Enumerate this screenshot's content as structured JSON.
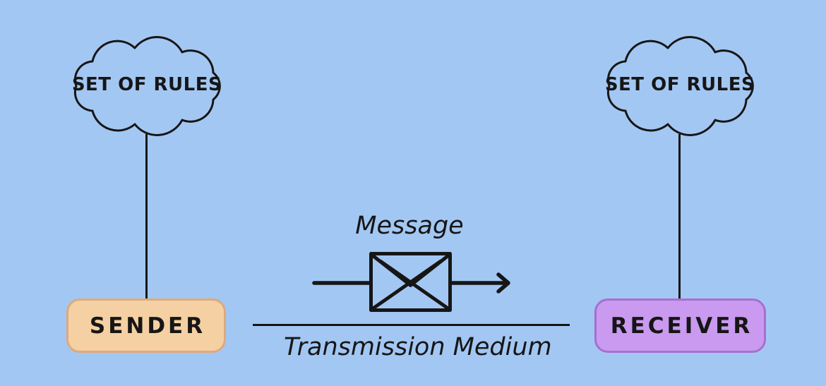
{
  "diagram": {
    "title_semantic": "sender-receiver communication model",
    "background_color": "#a3c7f3",
    "ink_color": "#161616",
    "sender": {
      "cloud_label": "SET OF RULES",
      "box_label": "SENDER",
      "box_fill": "#f5d0a2",
      "box_border": "#dea97c"
    },
    "receiver": {
      "cloud_label": "SET OF RULES",
      "box_label": "RECEIVER",
      "box_fill": "#c99af0",
      "box_border": "#a66fd0"
    },
    "channel": {
      "message_label": "Message",
      "medium_label": "Transmission Medium"
    },
    "icons": {
      "envelope": "✉",
      "arrow_right": "→",
      "cloud": "☁"
    }
  }
}
